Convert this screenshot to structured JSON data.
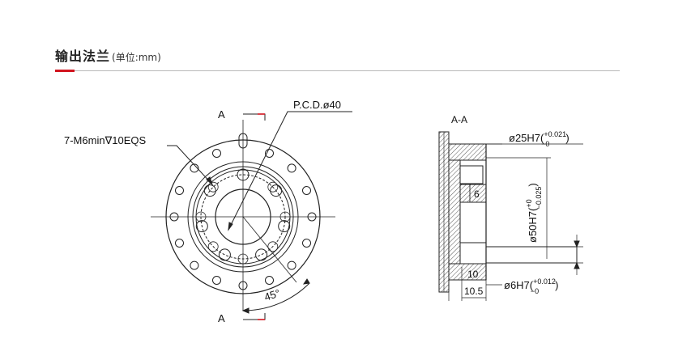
{
  "header": {
    "title": "输出法兰",
    "unit": "(单位:mm)"
  },
  "front_view": {
    "section_label_top": "A",
    "section_label_bottom": "A",
    "hole_callout": "7-M6min∇10EQS",
    "pcd_label": "P.C.D.ø40",
    "angle_label": "45°"
  },
  "section_view": {
    "title": "A-A",
    "bore_25": {
      "base": "ø25H7(",
      "upper": "+0.021",
      "lower": "−0",
      "close": ")"
    },
    "bore_50": {
      "base": "ø50H7(",
      "upper": "+0",
      "lower": "−0.025",
      "close": ")"
    },
    "pin_6": {
      "base": "ø6H7(",
      "upper": "+0.012",
      "lower": "−0",
      "close": ")"
    },
    "depth_6": "6",
    "len_10": "10",
    "len_10_5": "10.5"
  },
  "colors": {
    "accent": "#d2141e",
    "line": "#222222",
    "rule": "#b9b9b9"
  }
}
